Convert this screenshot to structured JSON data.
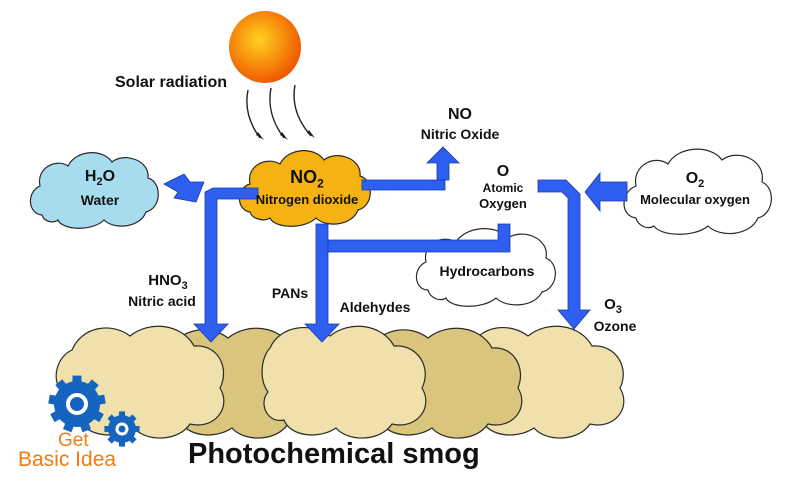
{
  "colors": {
    "sun_inner": "#ffd21f",
    "sun_outer": "#f05a00",
    "water_cloud": "#a6dcee",
    "no2_cloud": "#f4b312",
    "white_cloud": "#ffffff",
    "smog_light": "#efe0ac",
    "smog_dark": "#d9c57c",
    "arrow_blue": "#2f5ff0",
    "logo_blue": "#1565c0",
    "logo_orange": "#f07c12"
  },
  "labels": {
    "solar": "Solar radiation",
    "h2o_formula": "H",
    "h2o_sub": "2",
    "h2o_formula_tail": "O",
    "h2o_name": "Water",
    "no2_formula": "NO",
    "no2_sub": "2",
    "no2_name": "Nitrogen dioxide",
    "no_formula": "NO",
    "no_name": "Nitric Oxide",
    "o_formula": "O",
    "o_name_line1": "Atomic",
    "o_name_line2": "Oxygen",
    "o2_formula": "O",
    "o2_sub": "2",
    "o2_name": "Molecular oxygen",
    "hydrocarbons": "Hydrocarbons",
    "hno3_formula": "HNO",
    "hno3_sub": "3",
    "hno3_name": "Nitric acid",
    "pans": "PANs",
    "aldehydes": "Aldehydes",
    "o3_formula": "O",
    "o3_sub": "3",
    "o3_name": "Ozone",
    "title": "Photochemical smog"
  },
  "logo": {
    "line1": "Get",
    "line2": "Basic Idea"
  }
}
